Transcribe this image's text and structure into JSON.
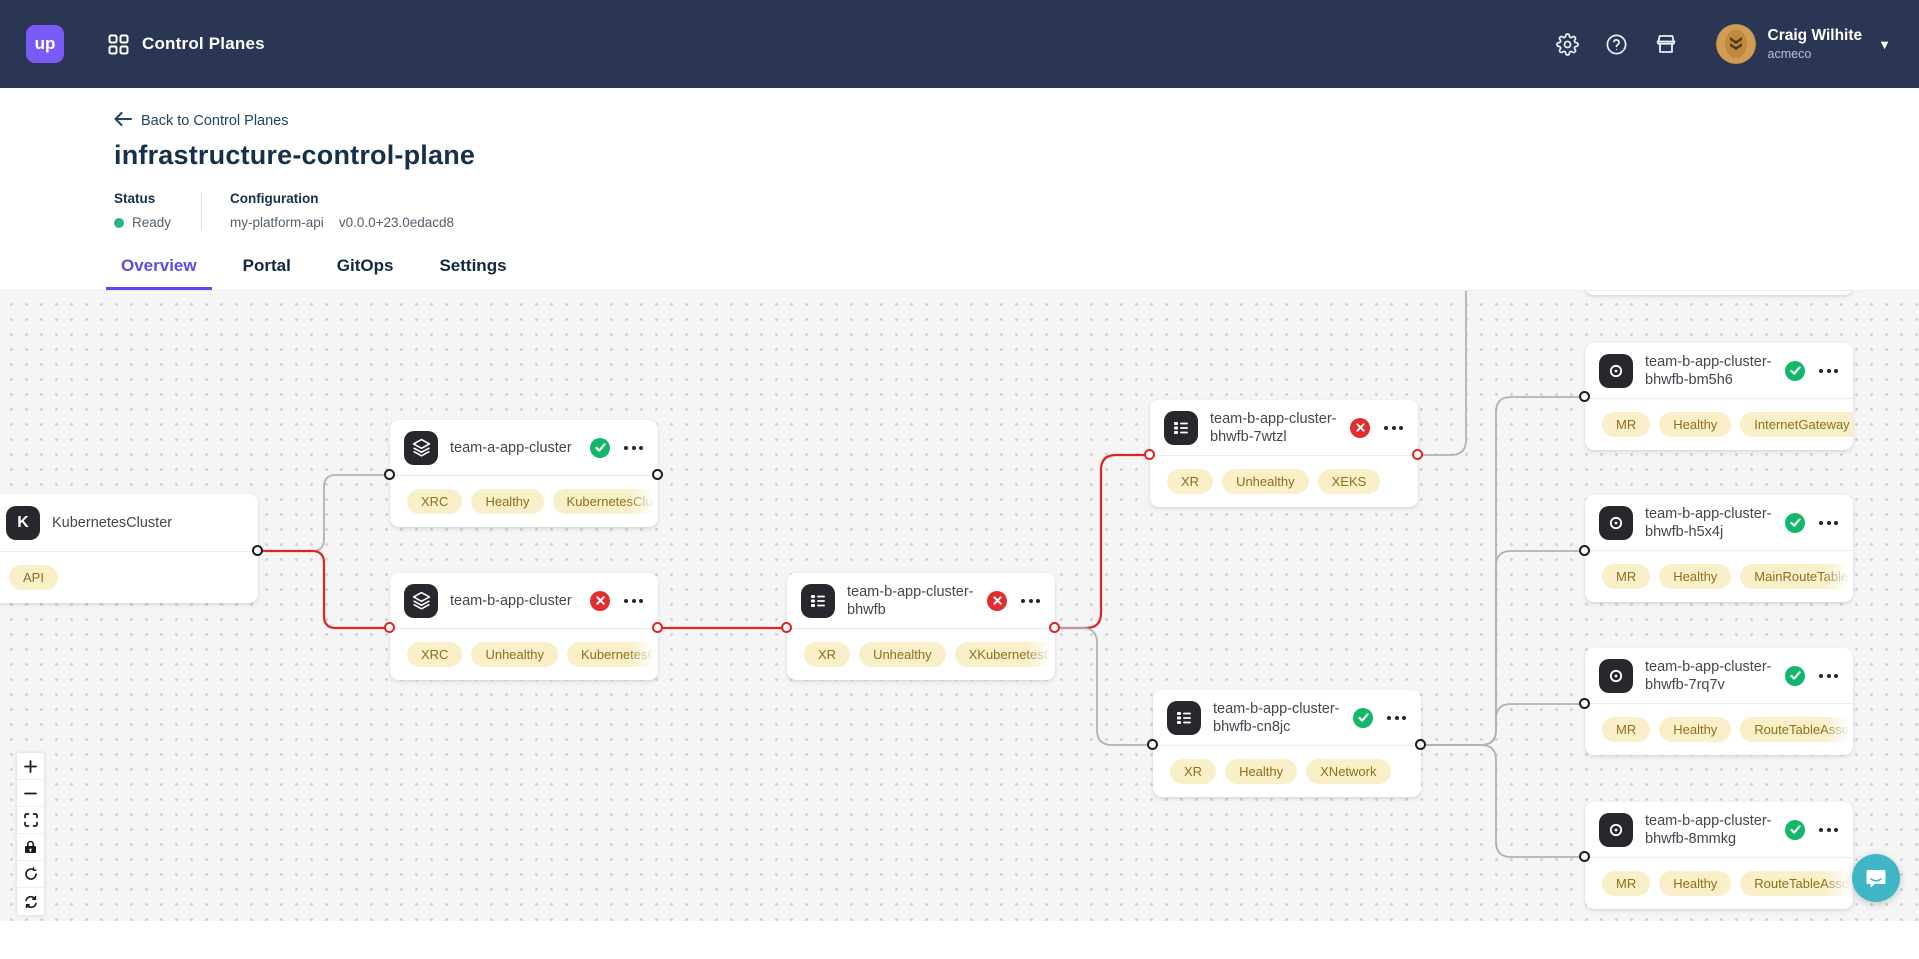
{
  "colors": {
    "navbar_bg": "#2b3654",
    "logo_purple": "#7a5af5",
    "accent_purple": "#5a4ce6",
    "title_navy": "#16304a",
    "status_green": "#2eb388",
    "healthy_green": "#12b76a",
    "error_red": "#dc2626",
    "edge_gray": "#b1b1b7",
    "badge_bg": "#f9efc9",
    "badge_text": "#8e6f1c",
    "canvas_bg": "#f5f5f6",
    "chat_teal": "#3eb6c6"
  },
  "navbar": {
    "logo_text": "up",
    "app_title": "Control Planes",
    "user_name": "Craig Wilhite",
    "user_org": "acmeco"
  },
  "header": {
    "back_label": "Back to Control Planes",
    "title": "infrastructure-control-plane",
    "status_label": "Status",
    "status_value": "Ready",
    "config_label": "Configuration",
    "config_name": "my-platform-api",
    "config_version": "v0.0.0+23.0edacd8"
  },
  "tabs": {
    "overview": "Overview",
    "portal": "Portal",
    "gitops": "GitOps",
    "settings": "Settings"
  },
  "nodes": [
    {
      "title": "KubernetesCluster",
      "icon": "kubernetes",
      "status": "none",
      "badges": [
        "API"
      ]
    },
    {
      "title": "team-a-app-cluster",
      "icon": "layers",
      "status": "healthy",
      "badges": [
        "XRC",
        "Healthy",
        "KubernetesCluster"
      ]
    },
    {
      "title": "team-b-app-cluster",
      "icon": "layers",
      "status": "error",
      "badges": [
        "XRC",
        "Unhealthy",
        "KubernetesCluster"
      ]
    },
    {
      "title": "team-b-app-cluster-bhwfb",
      "icon": "table",
      "status": "error",
      "badges": [
        "XR",
        "Unhealthy",
        "XKubernetesCluster"
      ]
    },
    {
      "title": "team-b-app-cluster-bhwfb-7wtzl",
      "icon": "table",
      "status": "error",
      "badges": [
        "XR",
        "Unhealthy",
        "XEKS"
      ]
    },
    {
      "title": "team-b-app-cluster-bhwfb-cn8jc",
      "icon": "table",
      "status": "healthy",
      "badges": [
        "XR",
        "Healthy",
        "XNetwork"
      ]
    },
    {
      "title": "team-b-app-cluster-bhwfb-bm5h6",
      "icon": "target",
      "status": "healthy",
      "badges": [
        "MR",
        "Healthy",
        "InternetGateway"
      ]
    },
    {
      "title": "team-b-app-cluster-bhwfb-h5x4j",
      "icon": "target",
      "status": "healthy",
      "badges": [
        "MR",
        "Healthy",
        "MainRouteTableAssociation"
      ]
    },
    {
      "title": "team-b-app-cluster-bhwfb-7rq7v",
      "icon": "target",
      "status": "healthy",
      "badges": [
        "MR",
        "Healthy",
        "RouteTableAssociation"
      ]
    },
    {
      "title": "team-b-app-cluster-bhwfb-8mmkg",
      "icon": "target",
      "status": "healthy",
      "badges": [
        "MR",
        "Healthy",
        "RouteTableAssociation"
      ]
    }
  ]
}
